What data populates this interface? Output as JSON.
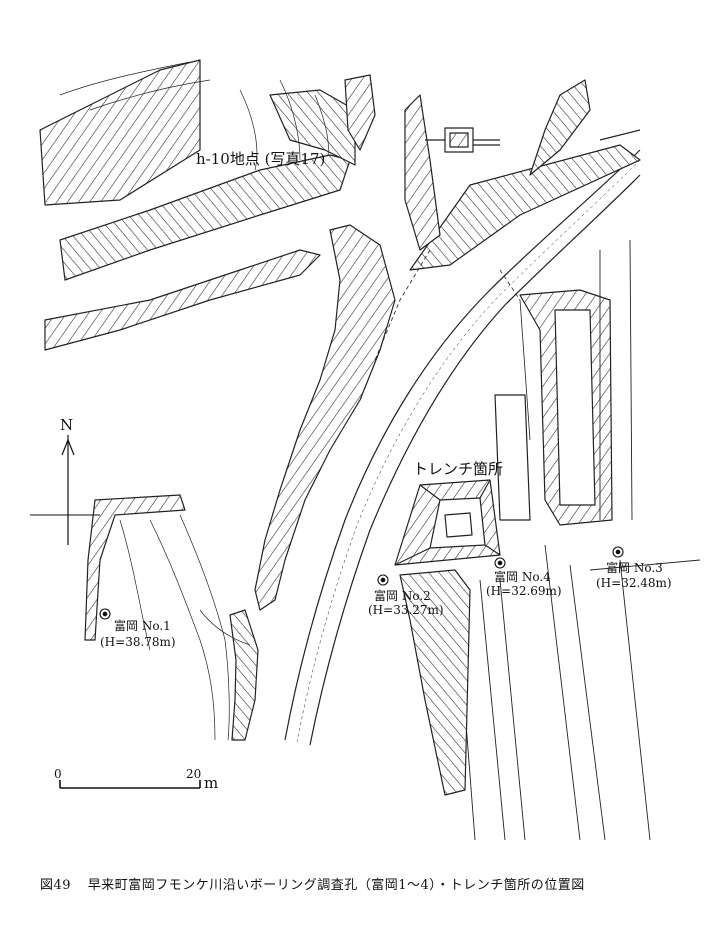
{
  "caption": {
    "figure_no": "図49",
    "text": "早来町富岡フモンケ川沿いボーリング調査孔（富岡1〜4）・トレンチ箇所の位置図"
  },
  "map": {
    "site_label": "h-10地点 (写真17)",
    "trench_label": "トレンチ箇所",
    "north_label": "N",
    "scale": {
      "start": "0",
      "end": "20",
      "unit": "m"
    },
    "boreholes": [
      {
        "name": "富岡 No.1",
        "height": "(H=38.78m)"
      },
      {
        "name": "富岡 No.2",
        "height": "(H=33.27m)"
      },
      {
        "name": "富岡 No.4",
        "height": "(H=32.69m)"
      },
      {
        "name": "富岡 No.3",
        "height": "(H=32.48m)"
      }
    ]
  }
}
